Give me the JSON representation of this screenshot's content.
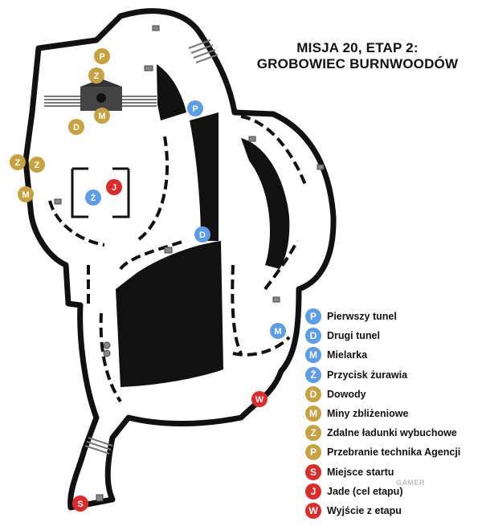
{
  "title": {
    "line1": "MISJA 20, ETAP 2:",
    "line2": "GROBOWIEC BURNWOODÓW"
  },
  "colors": {
    "blue": "#5b9de8",
    "gold": "#c9a240",
    "red": "#e02a2a",
    "wall": "#111111"
  },
  "legend": [
    {
      "letter": "P",
      "color": "blue",
      "label": "Pierwszy tunel"
    },
    {
      "letter": "D",
      "color": "blue",
      "label": "Drugi tunel"
    },
    {
      "letter": "M",
      "color": "blue",
      "label": "Mielarka"
    },
    {
      "letter": "Ż",
      "color": "blue",
      "label": "Przycisk żurawia"
    },
    {
      "letter": "D",
      "color": "gold",
      "label": "Dowody"
    },
    {
      "letter": "M",
      "color": "gold",
      "label": "Miny zbliżeniowe"
    },
    {
      "letter": "Z",
      "color": "gold",
      "label": "Zdalne ładunki wybuchowe"
    },
    {
      "letter": "P",
      "color": "gold",
      "label": "Przebranie technika Agencji"
    },
    {
      "letter": "S",
      "color": "red",
      "label": "Miejsce startu"
    },
    {
      "letter": "J",
      "color": "red",
      "label": "Jade (cel etapu)"
    },
    {
      "letter": "W",
      "color": "red",
      "label": "Wyjście z etapu"
    }
  ],
  "markers": [
    {
      "letter": "P",
      "color": "gold",
      "name": "disguise"
    },
    {
      "letter": "Z",
      "color": "gold",
      "name": "explosives-1"
    },
    {
      "letter": "M",
      "color": "gold",
      "name": "mines-1"
    },
    {
      "letter": "D",
      "color": "gold",
      "name": "evidence"
    },
    {
      "letter": "Z",
      "color": "gold",
      "name": "explosives-2"
    },
    {
      "letter": "Z",
      "color": "gold",
      "name": "explosives-3"
    },
    {
      "letter": "M",
      "color": "gold",
      "name": "mines-2"
    },
    {
      "letter": "Ż",
      "color": "blue",
      "name": "crane-button"
    },
    {
      "letter": "J",
      "color": "red",
      "name": "jade"
    },
    {
      "letter": "P",
      "color": "blue",
      "name": "first-tunnel"
    },
    {
      "letter": "D",
      "color": "blue",
      "name": "second-tunnel"
    },
    {
      "letter": "M",
      "color": "blue",
      "name": "grinder"
    },
    {
      "letter": "W",
      "color": "red",
      "name": "exit"
    },
    {
      "letter": "S",
      "color": "red",
      "name": "start"
    }
  ],
  "watermark": "GAMER"
}
